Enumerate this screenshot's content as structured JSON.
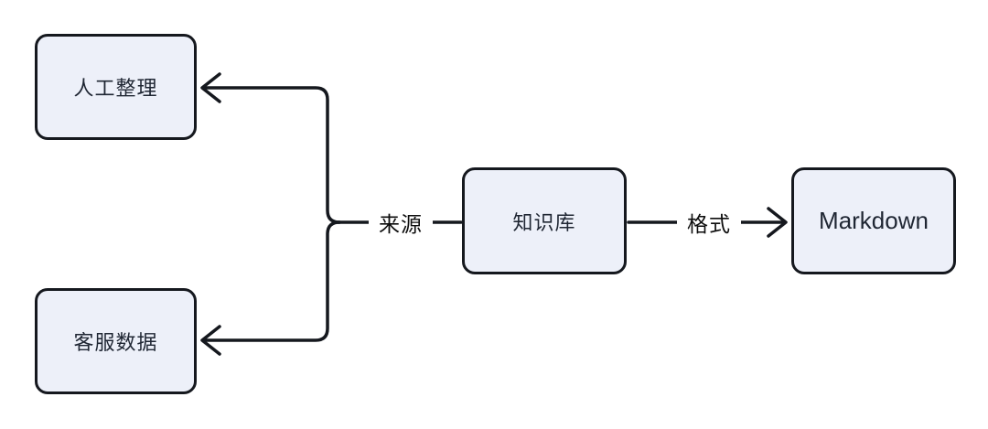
{
  "diagram": {
    "nodes": [
      {
        "id": "manual",
        "label": "人工整理"
      },
      {
        "id": "cs-data",
        "label": "客服数据"
      },
      {
        "id": "kb",
        "label": "知识库"
      },
      {
        "id": "markdown",
        "label": "Markdown"
      }
    ],
    "edge_labels": [
      {
        "id": "source",
        "label": "来源"
      },
      {
        "id": "format",
        "label": "格式"
      }
    ],
    "edges": [
      {
        "from": "kb",
        "to": "manual",
        "label": "来源",
        "arrow": "into manual"
      },
      {
        "from": "kb",
        "to": "cs-data",
        "label": "来源",
        "arrow": "into cs-data"
      },
      {
        "from": "kb",
        "to": "markdown",
        "label": "格式",
        "arrow": "into markdown"
      }
    ],
    "colors": {
      "background": "#ffffff",
      "node_fill": "#edf0f9",
      "node_border": "#15181e",
      "line": "#15181e",
      "node_text": "#1f2633",
      "label_text": "#0d0d0d"
    }
  }
}
